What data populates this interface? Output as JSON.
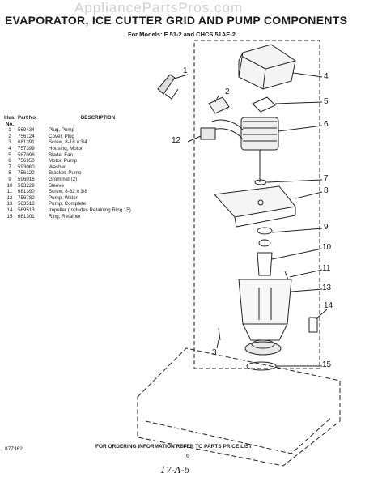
{
  "watermark": "AppliancePartsPros.com",
  "title": "EVAPORATOR, ICE CUTTER GRID AND PUMP COMPONENTS",
  "subtitle": "For Models: E   51-2 and CHCS 51AE-2",
  "parts_header": {
    "illus": "Illus. No.",
    "part": "Part No.",
    "desc": "DESCRIPTION"
  },
  "parts": [
    {
      "no": "1",
      "part": "569434",
      "desc": "Plug, Pump"
    },
    {
      "no": "2",
      "part": "756124",
      "desc": "Cover, Plug"
    },
    {
      "no": "3",
      "part": "681391",
      "desc": "Screw, 8-18 x 3/4"
    },
    {
      "no": "4",
      "part": "757399",
      "desc": "Housing, Motor"
    },
    {
      "no": "5",
      "part": "587096",
      "desc": "Blade, Fan"
    },
    {
      "no": "6",
      "part": "756950",
      "desc": "Motor, Pump"
    },
    {
      "no": "7",
      "part": "593060",
      "desc": "Washer"
    },
    {
      "no": "8",
      "part": "756122",
      "desc": "Bracket, Pump"
    },
    {
      "no": "9",
      "part": "596016",
      "desc": "Grommet (2)"
    },
    {
      "no": "10",
      "part": "593229",
      "desc": "Sleeve"
    },
    {
      "no": "11",
      "part": "681390",
      "desc": "Screw, 8-32 x 3/8"
    },
    {
      "no": "12",
      "part": "756782",
      "desc": "Pump, Water"
    },
    {
      "no": "13",
      "part": "583518",
      "desc": "Pump, Complete"
    },
    {
      "no": "14",
      "part": "569513",
      "desc": "Impeller (Includes Retaining Ring 15)"
    },
    {
      "no": "15",
      "part": "681301",
      "desc": "Ring, Retainer"
    }
  ],
  "callouts": [
    "1",
    "2",
    "3",
    "4",
    "5",
    "6",
    "7",
    "8",
    "9",
    "10",
    "11",
    "12",
    "13",
    "14",
    "15"
  ],
  "footer_text": "FOR ORDERING INFORMATION REFER TO PARTS PRICE LIST",
  "diagram_code": "877362",
  "page_number": "6",
  "handwritten_note": "17-A-6"
}
